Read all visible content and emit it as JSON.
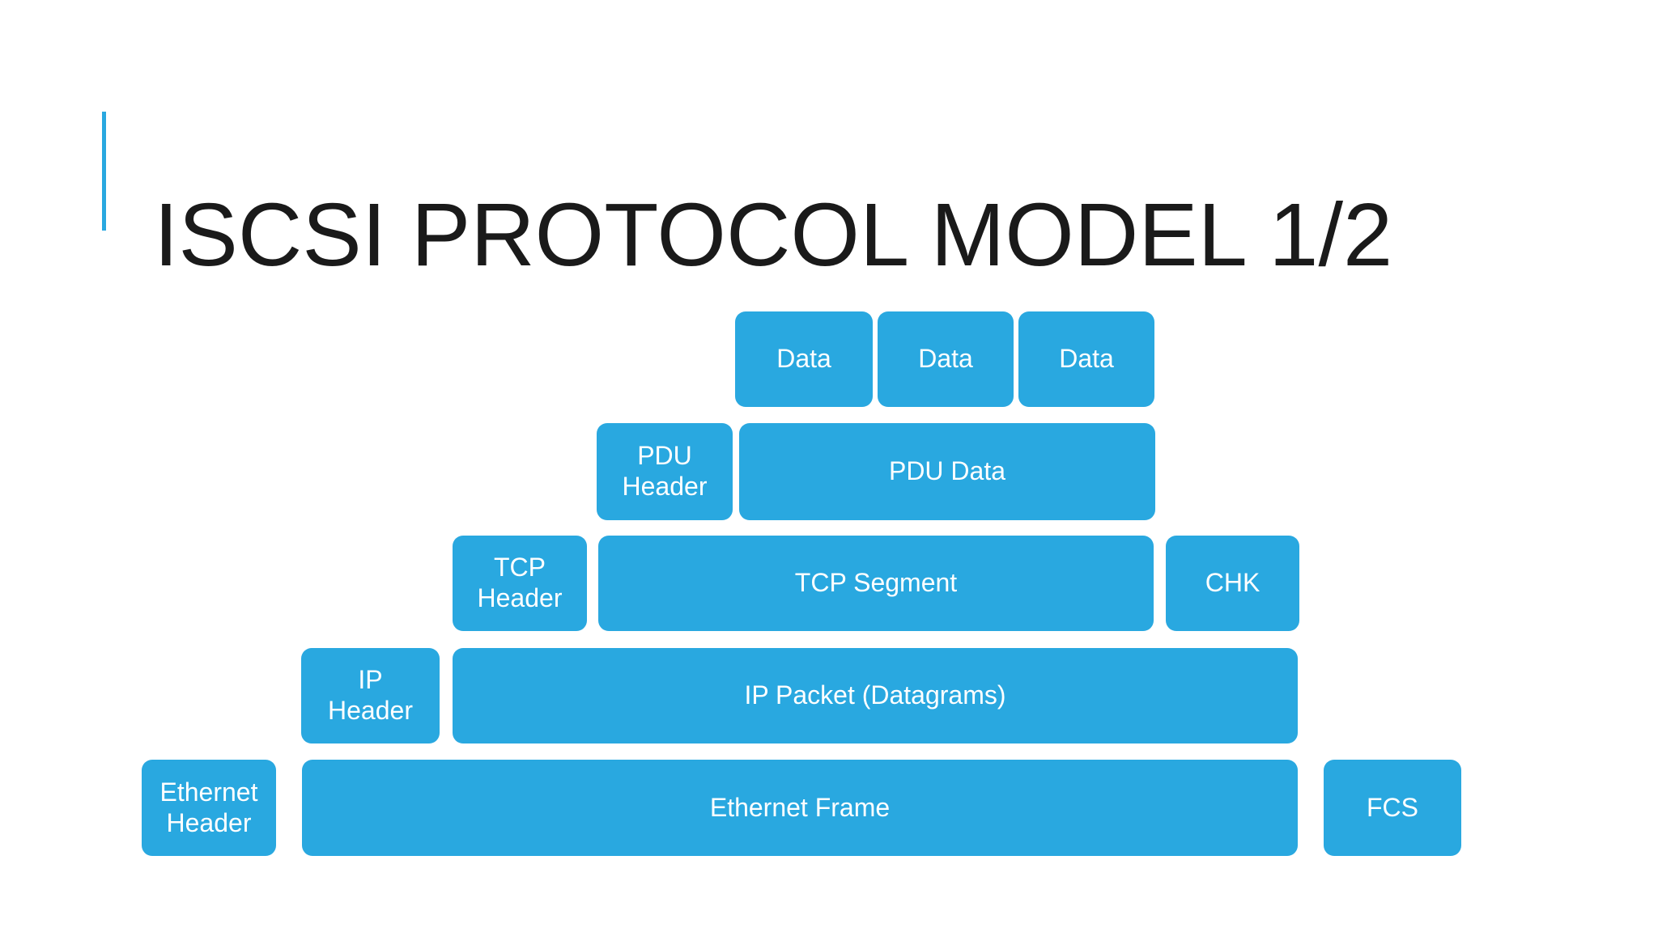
{
  "slide": {
    "title": "ISCSI PROTOCOL MODEL 1/2"
  },
  "colors": {
    "box_fill": "#29a8e0",
    "accent_bar": "#29a8e0",
    "box_text": "#ffffff",
    "title_text": "#1a1a1a",
    "background": "#ffffff"
  },
  "diagram": {
    "rows": [
      {
        "name": "scsi-data-row",
        "boxes": [
          {
            "label": "Data"
          },
          {
            "label": "Data"
          },
          {
            "label": "Data"
          }
        ]
      },
      {
        "name": "iscsi-pdu-row",
        "boxes": [
          {
            "label": "PDU\nHeader"
          },
          {
            "label": "PDU Data"
          }
        ]
      },
      {
        "name": "tcp-row",
        "boxes": [
          {
            "label": "TCP\nHeader"
          },
          {
            "label": "TCP Segment"
          },
          {
            "label": "CHK"
          }
        ]
      },
      {
        "name": "ip-row",
        "boxes": [
          {
            "label": "IP\nHeader"
          },
          {
            "label": "IP Packet (Datagrams)"
          }
        ]
      },
      {
        "name": "ethernet-row",
        "boxes": [
          {
            "label": "Ethernet\nHeader"
          },
          {
            "label": "Ethernet Frame"
          },
          {
            "label": "FCS"
          }
        ]
      }
    ]
  }
}
